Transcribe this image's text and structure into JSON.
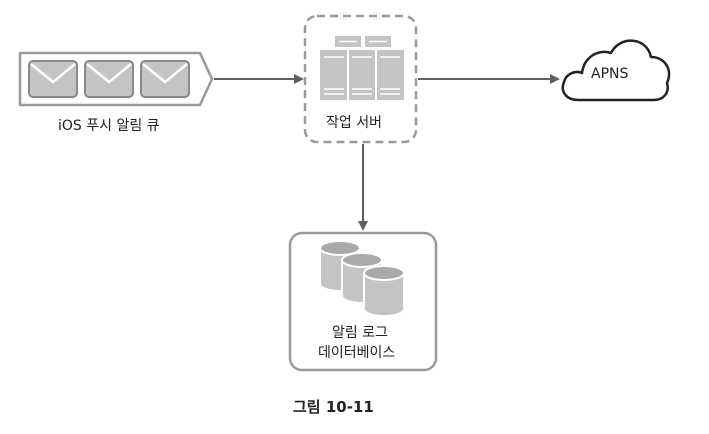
{
  "queue": {
    "label": "iOS 푸시 알림 큐"
  },
  "worker": {
    "label": "작업 서버"
  },
  "apns": {
    "label": "APNS"
  },
  "db": {
    "label_line1": "알림 로그",
    "label_line2": "데이터베이스"
  },
  "caption": "그림 10-11",
  "colors": {
    "stroke": "#8a8a8a",
    "fill": "#c9c9c9",
    "arrow": "#5f5f5f",
    "text": "#222222"
  }
}
